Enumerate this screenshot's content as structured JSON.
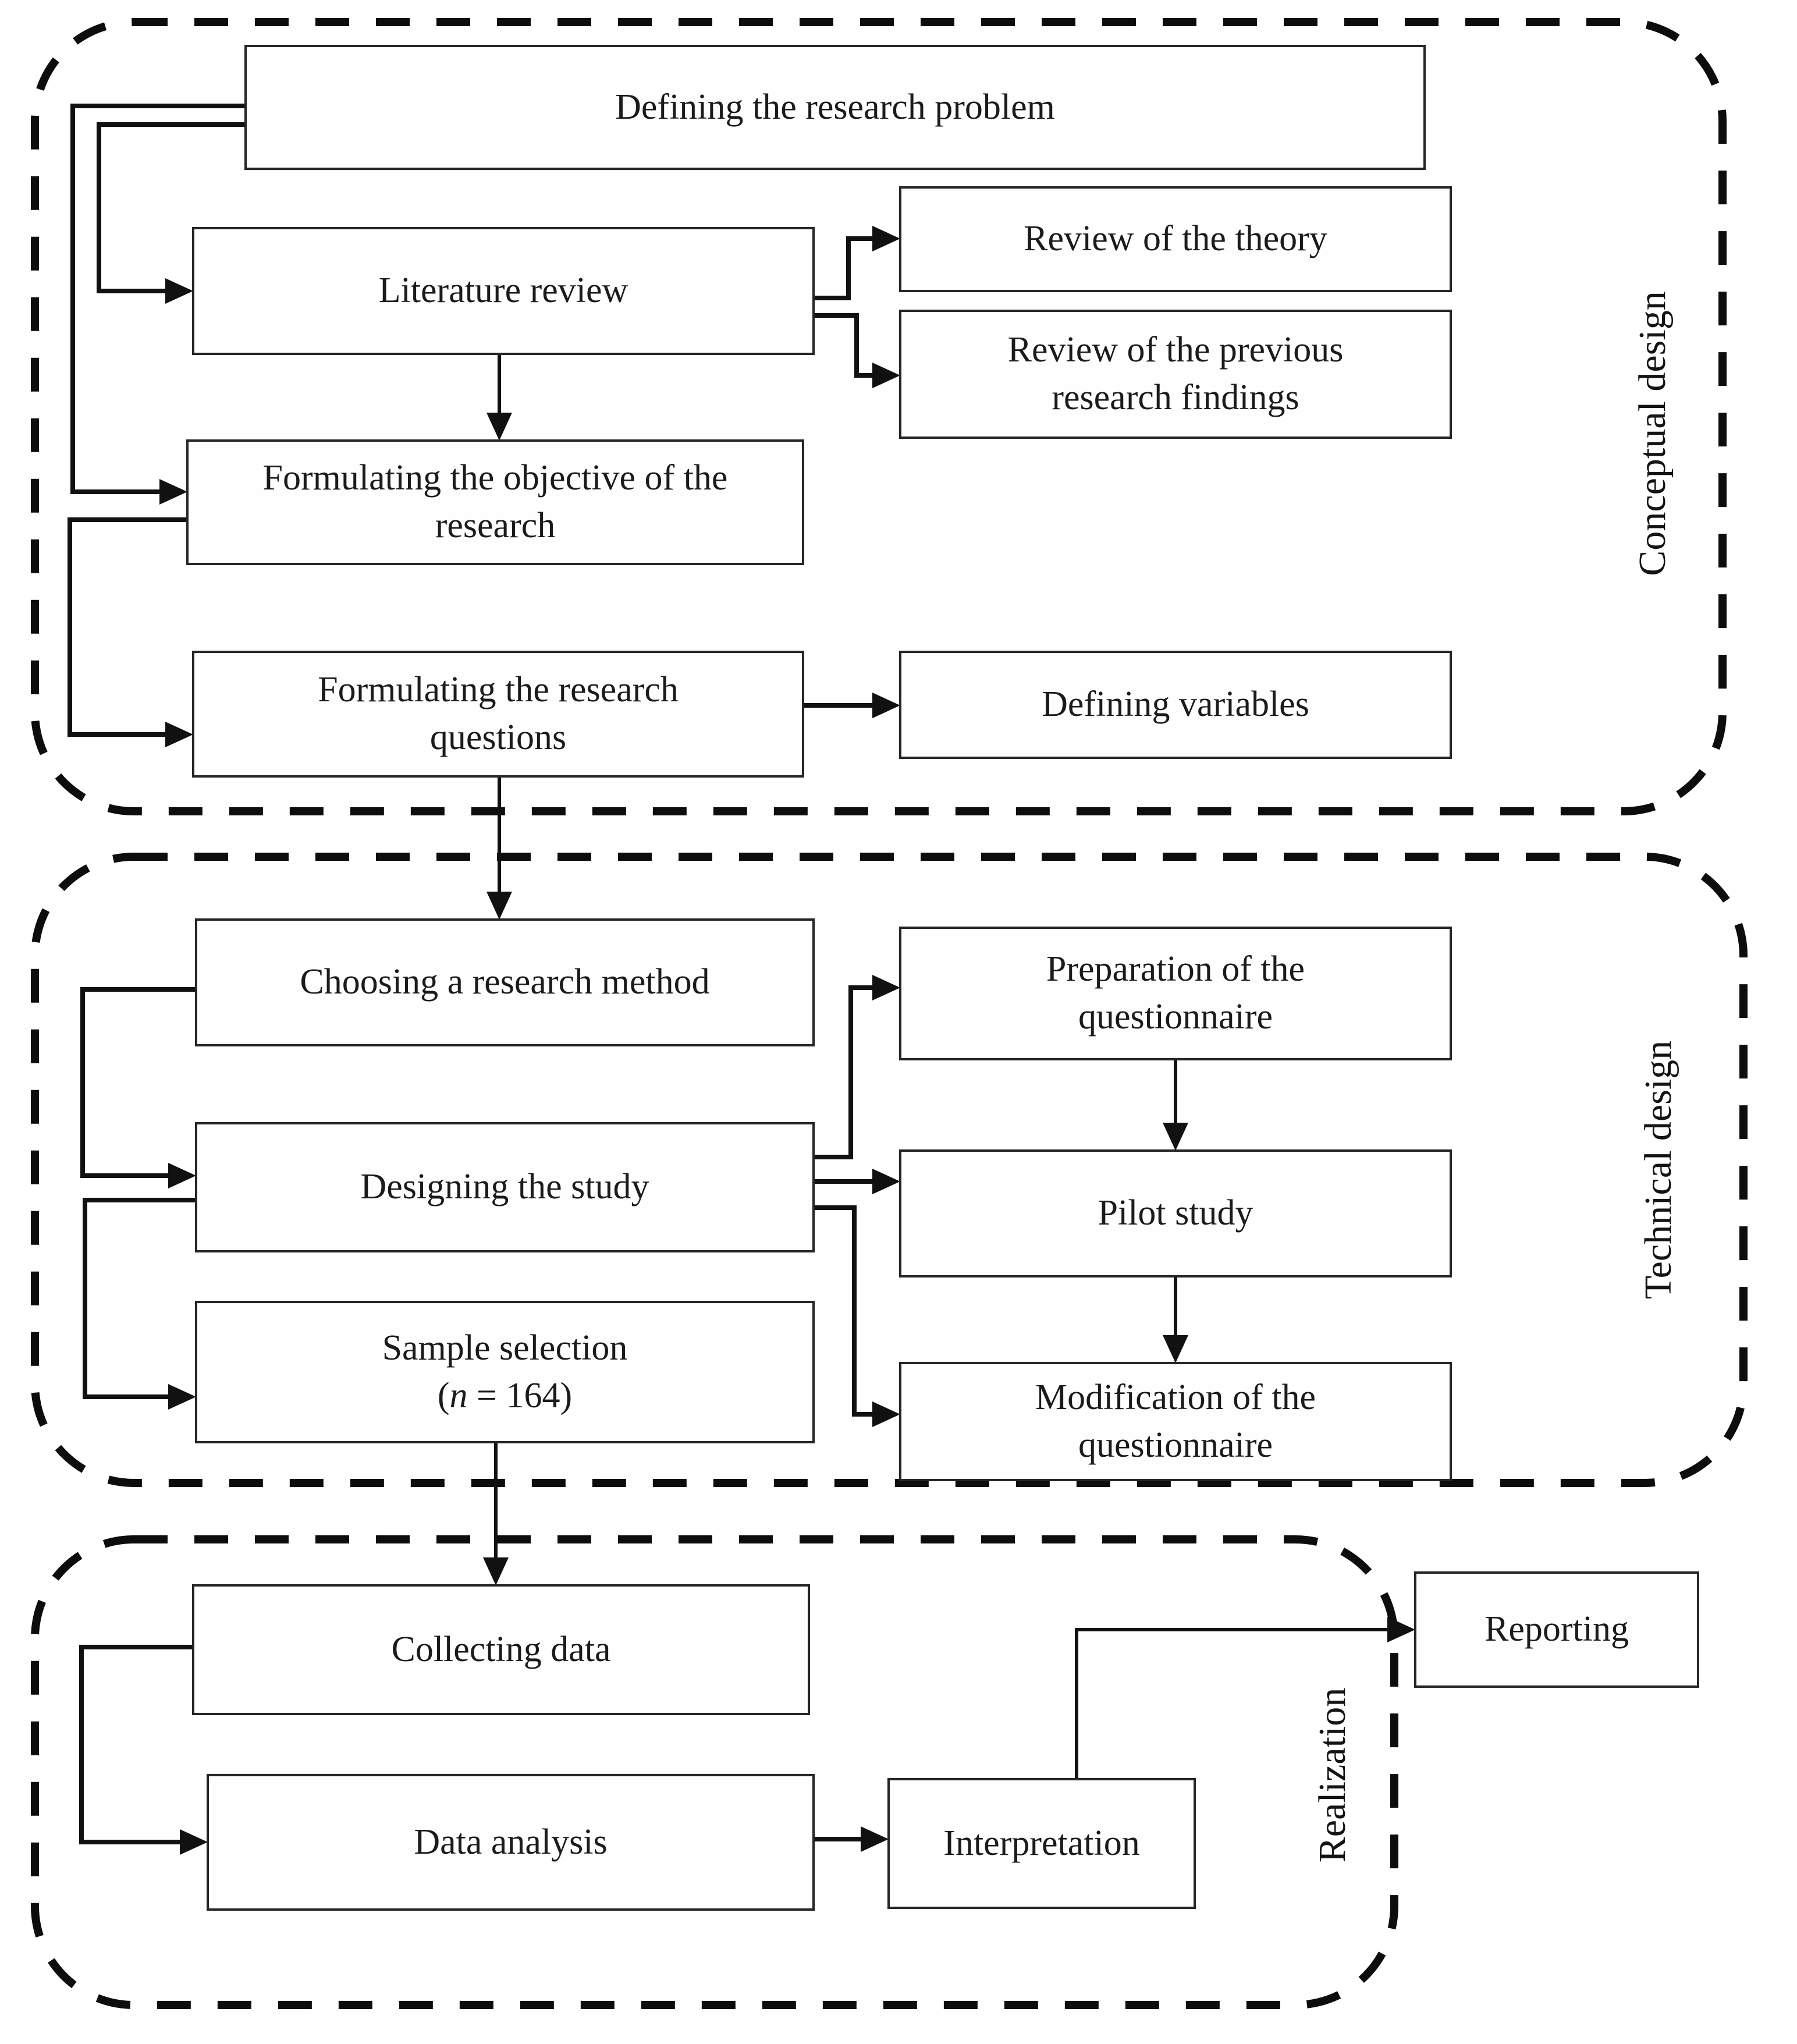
{
  "sections": {
    "conceptual": "Conceptual design",
    "technical": "Technical design",
    "realization": "Realization"
  },
  "boxes": {
    "defining": "Defining the research problem",
    "literature": "Literature review",
    "theory": "Review of the theory",
    "previous": "Review of the previous\nresearch findings",
    "objective": "Formulating the objective of the\nresearch",
    "questions": "Formulating the research\nquestions",
    "variables": "Defining variables",
    "choosing": "Choosing a research method",
    "preparation": "Preparation of the\nquestionnaire",
    "designing": "Designing the study",
    "pilot": "Pilot study",
    "sample_line1": "Sample selection",
    "sample_open": "(",
    "sample_n": "n",
    "sample_rest": " = 164)",
    "modification": "Modification of the\nquestionnaire",
    "collecting": "Collecting data",
    "data_analysis": "Data analysis",
    "interpretation": "Interpretation",
    "reporting": "Reporting"
  }
}
